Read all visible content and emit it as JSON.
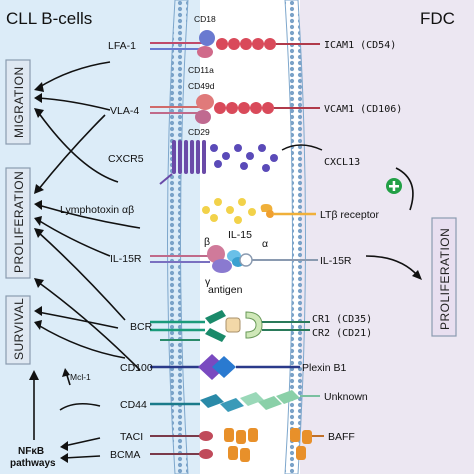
{
  "headers": {
    "left": "CLL B-cells",
    "right": "FDC"
  },
  "side_boxes": {
    "migration": "MIGRATION",
    "proliferation_left": "PROLIFERATION",
    "survival": "SURVIVAL",
    "proliferation_right": "PROLIFERATION"
  },
  "pathways": {
    "nfkb_line1": "NFκB",
    "nfkb_line2": "pathways",
    "mcl1": "Mcl-1"
  },
  "left_labels": {
    "lfa1": "LFA-1",
    "vla4": "VLA-4",
    "cxcr5": "CXCR5",
    "lymphotoxin": "Lymphotoxin αβ",
    "il15r": "IL-15R",
    "bcr": "BCR",
    "cd100": "CD100",
    "cd44": "CD44",
    "taci": "TACI",
    "bcma": "BCMA"
  },
  "center_labels": {
    "cd18": "CD18",
    "cd11a": "CD11a",
    "cd49d": "CD49d",
    "cd29": "CD29",
    "il15": "IL-15",
    "beta": "β",
    "alpha": "α",
    "gamma": "γ",
    "antigen": "antigen"
  },
  "right_labels": {
    "icam1": "ICAM1 (CD54)",
    "vcam1": "VCAM1 (CD106)",
    "cxcl13": "CXCL13",
    "ltb_receptor": "LTβ receptor",
    "il15r_fdc": "IL-15R",
    "cr1": "CR1 (CD35)",
    "cr2": "CR2 (CD21)",
    "plexin": "Plexin B1",
    "unknown": "Unknown",
    "baff": "BAFF"
  },
  "colors": {
    "left_bg": "#dcecf8",
    "right_bg": "#ece7f2",
    "membrane": "#7ea7cc",
    "box_border": "#8a9bb0",
    "cell_box_fill": "#dfe8f2",
    "fdc_box_fill": "#e8dff0",
    "plus_green": "#22a046"
  }
}
